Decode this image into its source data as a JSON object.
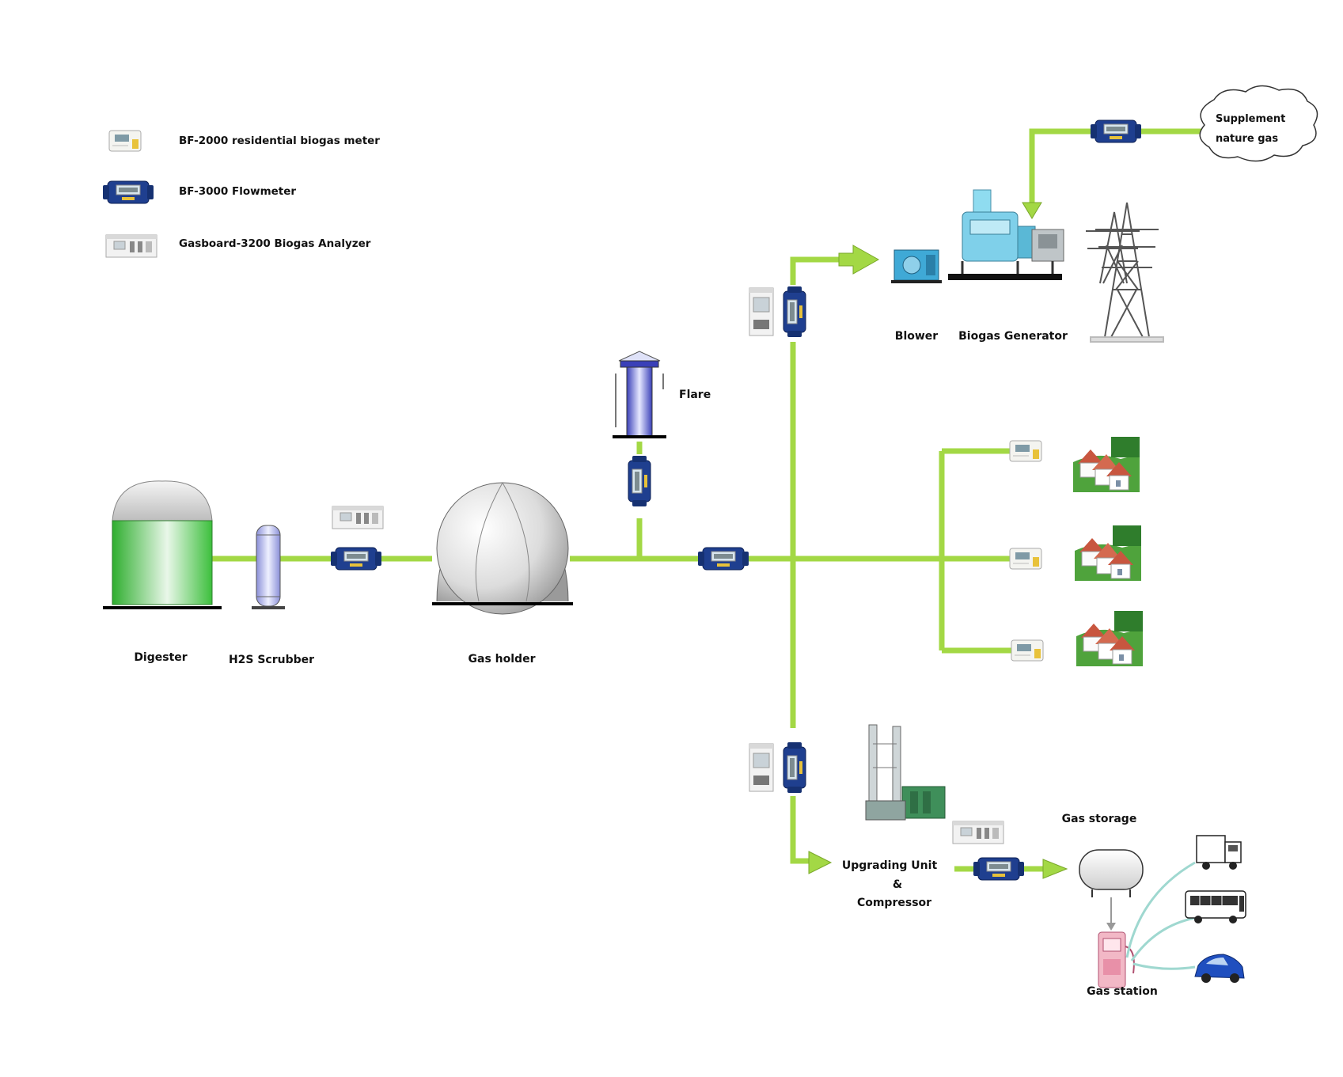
{
  "legend": {
    "residential_meter": "BF-2000 residential biogas meter",
    "flowmeter": "BF-3000 Flowmeter",
    "analyzer": "Gasboard-3200 Biogas Analyzer"
  },
  "labels": {
    "digester": "Digester",
    "scrubber": "H2S Scrubber",
    "gas_holder": "Gas holder",
    "flare": "Flare",
    "blower": "Blower",
    "generator": "Biogas Generator",
    "supplement_line1": "Supplement",
    "supplement_line2": "nature gas",
    "upgrading_line1": "Upgrading Unit",
    "upgrading_line2": "&",
    "upgrading_line3": "Compressor",
    "gas_storage": "Gas storage",
    "gas_station": "Gas station"
  },
  "colors": {
    "pipe": "#a3d845",
    "pipe_edge": "#7aa82a",
    "flowmeter_body": "#1f3f8f",
    "digester_green": "#3fbf3f",
    "roof_red": "#c8563f"
  },
  "icons": {
    "residential_meter": "residential-meter-icon",
    "flowmeter": "flowmeter-icon",
    "analyzer": "gas-analyzer-icon",
    "house": "house-icon",
    "truck": "truck-icon",
    "bus": "bus-icon",
    "car": "car-icon",
    "tower": "power-tower-icon"
  }
}
